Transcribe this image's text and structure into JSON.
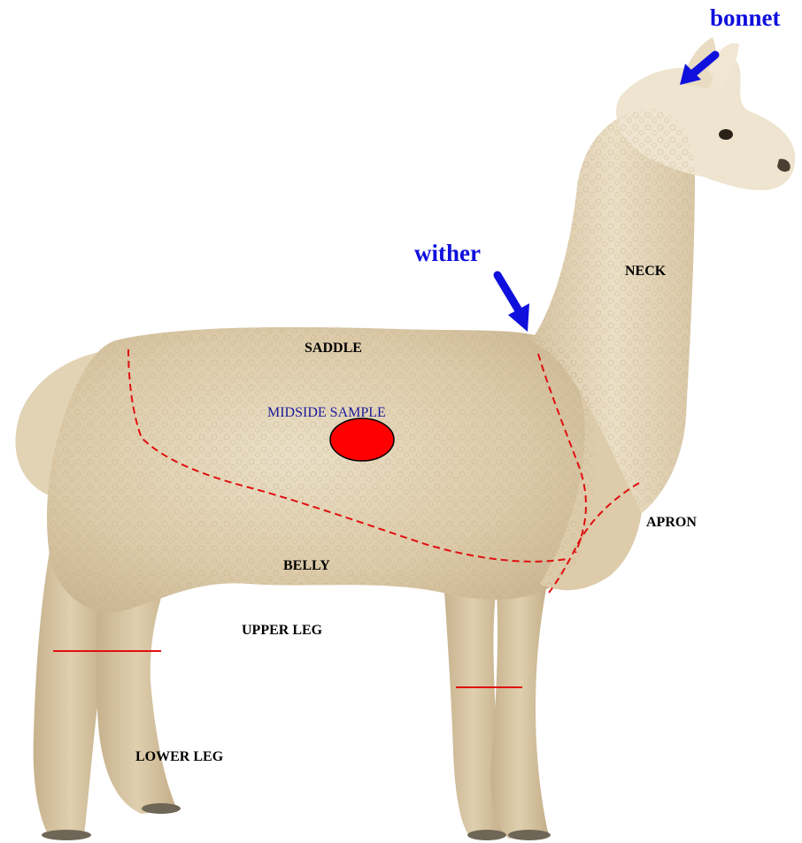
{
  "callouts": {
    "bonnet": "bonnet",
    "wither": "wither"
  },
  "regions": {
    "neck": "NECK",
    "saddle": "SADDLE",
    "midside_sample": "MIDSIDE SAMPLE",
    "apron": "APRON",
    "belly": "BELLY",
    "upper_leg": "UPPER LEG",
    "lower_leg": "LOWER LEG"
  },
  "colors": {
    "fleece": "#e6d8bd",
    "fleece_shadow": "#c9b593",
    "divider_lines": "#e01010",
    "sample_marker": "#ff0000",
    "arrows": "#1010dd"
  }
}
